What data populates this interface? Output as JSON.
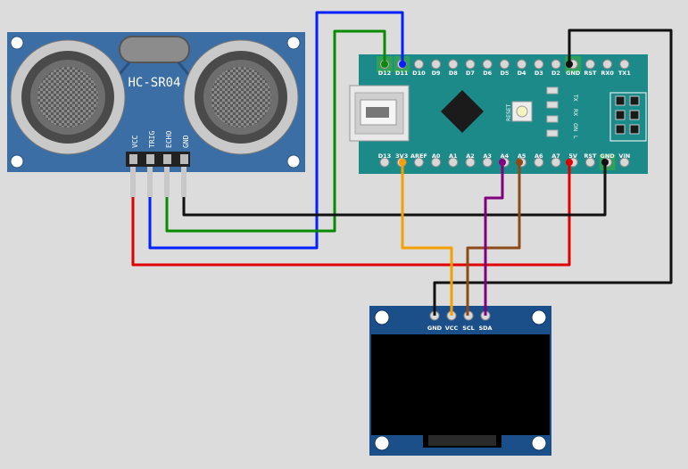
{
  "hcsr04": {
    "model_label": "HC-SR04",
    "pins": [
      "VCC",
      "TRIG",
      "ECHO",
      "GND"
    ]
  },
  "nano": {
    "top_pins": [
      "D12",
      "D11",
      "D10",
      "D9",
      "D8",
      "D7",
      "D6",
      "D5",
      "D4",
      "D3",
      "D2",
      "GND",
      "RST",
      "RX0",
      "TX1"
    ],
    "bottom_pins": [
      "D13",
      "3V3",
      "AREF",
      "A0",
      "A1",
      "A2",
      "A3",
      "A4",
      "A5",
      "A6",
      "A7",
      "5V",
      "RST",
      "GND",
      "VIN"
    ],
    "led_labels": [
      "TX",
      "RX",
      "ON",
      "L"
    ],
    "reset_label": "RESET"
  },
  "oled": {
    "pins": [
      "GND",
      "VCC",
      "SCL",
      "SDA"
    ]
  },
  "colors": {
    "background": "#dcdcdc",
    "board_blue": "#3b6ea5",
    "nano_teal": "#1d8a8a",
    "wire_red": "#e00000",
    "wire_blue": "#0020ff",
    "wire_green": "#0a8a00",
    "wire_black": "#111111",
    "wire_orange": "#f5a000",
    "wire_brown": "#8b4a17",
    "wire_purple": "#800080"
  }
}
